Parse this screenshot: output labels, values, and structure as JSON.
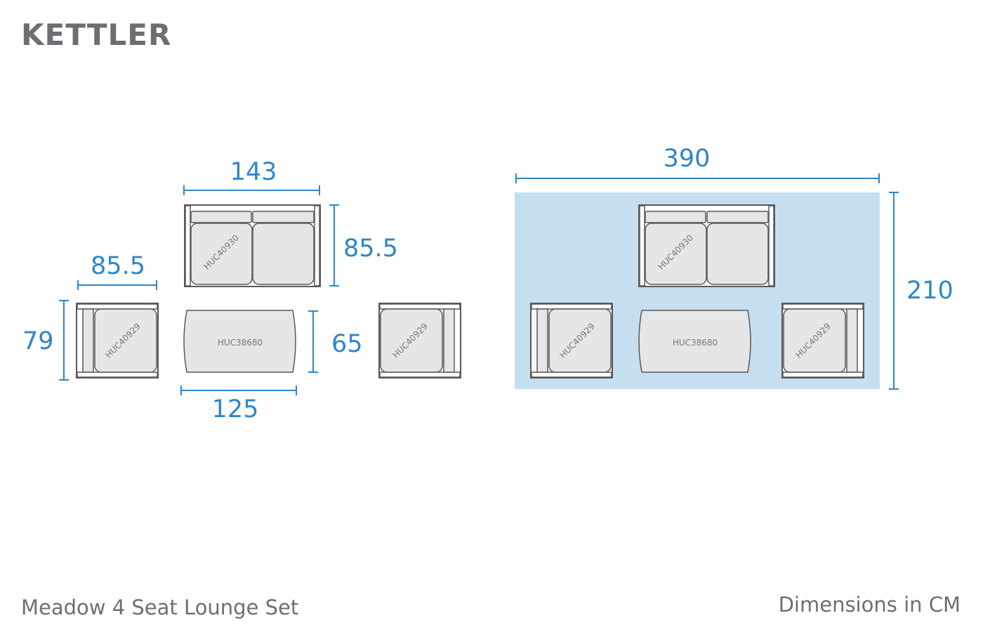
{
  "brand": {
    "logo_text": "KETTLER",
    "logo_color": "#6d6e71"
  },
  "colors": {
    "dimension": "#2f86c8",
    "outline": "#58595b",
    "cushion_fill": "#e6e6e7",
    "frame_fill": "#ffffff",
    "area_fill": "#c6dff0",
    "code_text": "#77787b"
  },
  "title": "Meadow 4 Seat Lounge Set",
  "units_note": "Dimensions in CM",
  "components": {
    "sofa_code": "HUC40930",
    "chair_left_code": "HUC40929",
    "chair_right_code": "HUC40929",
    "table_code": "HUC38680"
  },
  "dimensions": {
    "sofa_width": "143",
    "sofa_depth": "85.5",
    "chair_width": "85.5",
    "chair_depth": "79",
    "table_depth": "65",
    "table_width": "125",
    "set_width": "390",
    "set_depth": "210"
  }
}
